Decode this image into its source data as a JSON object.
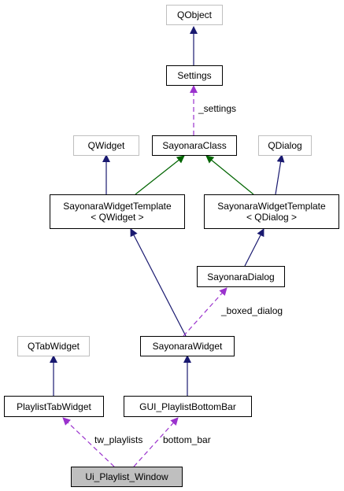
{
  "nodes": {
    "qobject": "QObject",
    "settings": "Settings",
    "qwidget": "QWidget",
    "sayonara_class": "SayonaraClass",
    "qdialog": "QDialog",
    "swt_qwidget": "SayonaraWidgetTemplate\n< QWidget >",
    "swt_qdialog": "SayonaraWidgetTemplate\n< QDialog >",
    "sayonara_dialog": "SayonaraDialog",
    "qtabwidget": "QTabWidget",
    "sayonara_widget": "SayonaraWidget",
    "playlist_tab_widget": "PlaylistTabWidget",
    "gui_playlist_bottom_bar": "GUI_PlaylistBottomBar",
    "ui_playlist_window": "Ui_Playlist_Window"
  },
  "edge_labels": {
    "settings": "_settings",
    "boxed_dialog": "_boxed_dialog",
    "tw_playlists": "tw_playlists",
    "bottom_bar": "bottom_bar"
  },
  "colors": {
    "public_inheritance": "#191970",
    "template_instantiation": "#006400",
    "usage": "#9a32cd",
    "external_border": "#bfbfbf",
    "current_fill": "#bfbfbf"
  }
}
